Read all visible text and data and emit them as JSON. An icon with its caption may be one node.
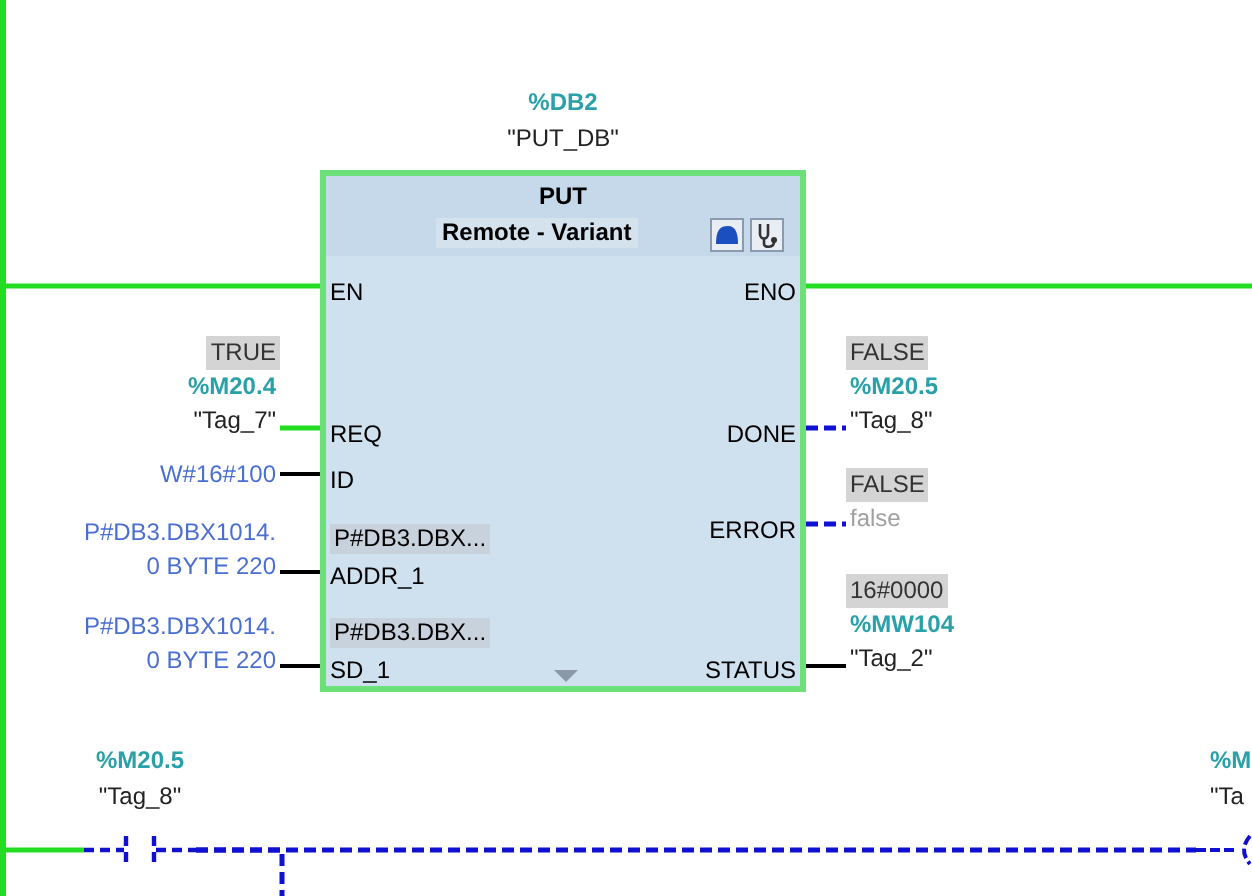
{
  "diagram": {
    "nodes": [
      {
        "text": [],
        "shape": "bar"
      },
      {
        "text": [
          "PUT",
          "Remote - Variant",
          "EN",
          "ENO",
          "REQ",
          "DONE",
          "ID",
          "ERROR",
          "P#DB3.DBX...",
          "ADDR_1",
          "P#DB3.DBX...",
          "SD_1",
          "STATUS"
        ],
        "beside": [
          "%DB2",
          "\"PUT_DB\""
        ]
      },
      {
        "text": [
          "TRUE",
          "%M20.4",
          "\"Tag_7\""
        ]
      },
      {
        "text": [
          "W#16#100"
        ]
      },
      {
        "text": [
          "P#DB3.DBX1014. 0 BYTE 220"
        ]
      },
      {
        "text": [
          "P#DB3.DBX1014. 0 BYTE 220"
        ]
      },
      {
        "text": [
          "FALSE",
          "%M20.5",
          "\"Tag_8\""
        ]
      },
      {
        "text": [
          "FALSE",
          "false"
        ]
      },
      {
        "text": [
          "16#0000",
          "%MW104",
          "\"Tag_2\""
        ]
      },
      {
        "text": [
          "%M20.5",
          "\"Tag_8\""
        ]
      },
      {
        "text": [
          "%M",
          "\"Ta"
        ]
      }
    ],
    "edges": [
      {
        "from": 0,
        "to": 1,
        "arrow": "none",
        "color": "#22dd22"
      },
      {
        "from": 1,
        "to": null,
        "arrow": "none",
        "color": "#22dd22"
      },
      {
        "from": 2,
        "to": 1,
        "arrow": "none",
        "color": "#22dd22"
      },
      {
        "from": 3,
        "to": 1,
        "arrow": "none",
        "color": "#000000"
      },
      {
        "from": 4,
        "to": 1,
        "arrow": "none",
        "color": "#000000"
      },
      {
        "from": 5,
        "to": 1,
        "arrow": "none",
        "color": "#000000"
      },
      {
        "from": 1,
        "to": 6,
        "arrow": "none",
        "style": "dashed",
        "color": "#1010d0"
      },
      {
        "from": 1,
        "to": 7,
        "arrow": "none",
        "style": "dashed",
        "color": "#1010d0"
      },
      {
        "from": 1,
        "to": 8,
        "arrow": "none",
        "color": "#000000"
      },
      {
        "from": 0,
        "to": 9,
        "arrow": "none",
        "color": "#22dd22"
      },
      {
        "from": 9,
        "to": 10,
        "arrow": "none",
        "style": "dashed",
        "color": "#1010d0"
      },
      {
        "from": 9,
        "to": null,
        "arrow": "none",
        "style": "dashed",
        "color": "#1010d0"
      }
    ]
  }
}
